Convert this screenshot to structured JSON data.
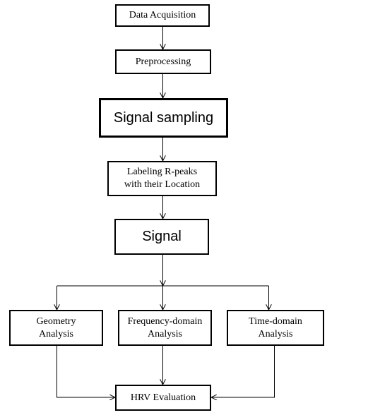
{
  "diagram": {
    "nodes": {
      "data_acquisition": "Data Acquisition",
      "preprocessing": "Preprocessing",
      "signal_sampling": "Signal sampling",
      "labeling": "Labeling R-peaks\nwith their Location",
      "signal": "Signal",
      "geometry": "Geometry\nAnalysis",
      "frequency": "Frequency-domain\nAnalysis",
      "time": "Time-domain\nAnalysis",
      "hrv": "HRV Evaluation"
    },
    "edges": [
      [
        "data_acquisition",
        "preprocessing"
      ],
      [
        "preprocessing",
        "signal_sampling"
      ],
      [
        "signal_sampling",
        "labeling"
      ],
      [
        "labeling",
        "signal"
      ],
      [
        "signal",
        "geometry"
      ],
      [
        "signal",
        "frequency"
      ],
      [
        "signal",
        "time"
      ],
      [
        "geometry",
        "hrv"
      ],
      [
        "frequency",
        "hrv"
      ],
      [
        "time",
        "hrv"
      ]
    ],
    "colors": {
      "stroke": "#000000",
      "background": "#ffffff"
    }
  }
}
